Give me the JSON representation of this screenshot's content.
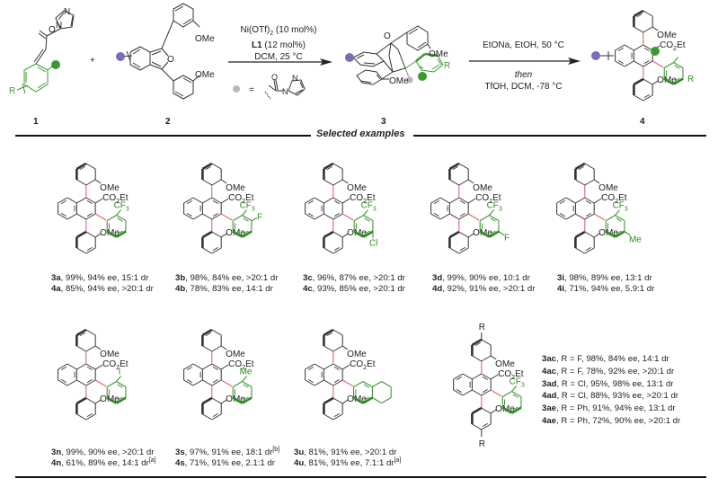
{
  "colors": {
    "bond": "#333333",
    "green": "#2e8b22",
    "red_bond": "#e06666",
    "purple_ball": "#7b6bb8",
    "green_ball": "#3b9a2e",
    "gray_ball": "#b8b8b8",
    "rule": "#111111"
  },
  "scheme": {
    "compounds": [
      {
        "id": "1",
        "label": "1"
      },
      {
        "id": "2",
        "label": "2"
      },
      {
        "id": "3",
        "label": "3"
      },
      {
        "id": "4",
        "label": "4"
      }
    ],
    "plus": "+",
    "substituents": {
      "R": "R",
      "OMe": "OMe",
      "CO2Et_main": "CO",
      "CO2Et_sub": "2",
      "CO2Et_end": "Et",
      "O": "O",
      "N": "N"
    },
    "step1": {
      "line1_main": "Ni(OTf)",
      "line1_sub": "2",
      "line1_tail": " (10 mol%)",
      "line2_bold": "L1",
      "line2_tail": " (12 mol%)",
      "line3": "DCM, 25 °C"
    },
    "legend": {
      "equals": "=",
      "icon": "gray-ball-acylpyrazole"
    },
    "step2": {
      "line1": "EtONa, EtOH, 50 °C",
      "line2_italic": "then",
      "line3": "TfOH, DCM, -78 °C"
    }
  },
  "section_title": "Selected examples",
  "examples": [
    {
      "key": "a",
      "subst": "CF3",
      "subst_pos": "ortho",
      "extra": "",
      "lines": [
        {
          "cpd": "3a",
          "text": ", 99%, 94% ee, 15:1 dr",
          "note": ""
        },
        {
          "cpd": "4a",
          "text": ", 85%, 94% ee, >20:1 dr",
          "note": ""
        }
      ]
    },
    {
      "key": "b",
      "subst": "CF3",
      "subst_pos": "ortho",
      "extra": "F (meta)",
      "lines": [
        {
          "cpd": "3b",
          "text": ", 98%, 84% ee, >20:1 dr",
          "note": ""
        },
        {
          "cpd": "4b",
          "text": ", 78%, 83% ee, 14:1 dr",
          "note": ""
        }
      ]
    },
    {
      "key": "c",
      "subst": "CF3",
      "subst_pos": "ortho",
      "extra": "Cl (para to ring join)",
      "lines": [
        {
          "cpd": "3c",
          "text": ", 96%, 87% ee, >20:1 dr",
          "note": ""
        },
        {
          "cpd": "4c",
          "text": ", 93%, 85% ee, >20:1 dr",
          "note": ""
        }
      ]
    },
    {
      "key": "d",
      "subst": "CF3",
      "subst_pos": "ortho",
      "extra": "F (para)",
      "lines": [
        {
          "cpd": "3d",
          "text": ", 99%, 90% ee, 10:1 dr",
          "note": ""
        },
        {
          "cpd": "4d",
          "text": ", 92%, 91% ee, >20:1 dr",
          "note": ""
        }
      ]
    },
    {
      "key": "i",
      "subst": "CF3",
      "subst_pos": "ortho",
      "extra": "Me (para)",
      "lines": [
        {
          "cpd": "3i",
          "text": ", 98%, 89% ee, 13:1 dr",
          "note": ""
        },
        {
          "cpd": "4i",
          "text": ", 71%, 94% ee, 5.9:1 dr",
          "note": ""
        }
      ]
    },
    {
      "key": "n",
      "subst": "I",
      "subst_pos": "ortho",
      "extra": "",
      "lines": [
        {
          "cpd": "3n",
          "text": ", 99%, 90% ee, >20:1 dr",
          "note": ""
        },
        {
          "cpd": "4n",
          "text": ", 61%, 89% ee, 14:1 dr",
          "note": "[a]"
        }
      ]
    },
    {
      "key": "s",
      "subst": "Me",
      "subst_pos": "ortho",
      "extra": "",
      "lines": [
        {
          "cpd": "3s",
          "text": ", 97%, 91% ee, 18:1 dr",
          "note": "[b]"
        },
        {
          "cpd": "4s",
          "text": ", 71%, 91% ee, 2.1:1 dr",
          "note": ""
        }
      ]
    },
    {
      "key": "u",
      "subst": "naphthyl",
      "subst_pos": "",
      "extra": "",
      "lines": [
        {
          "cpd": "3u",
          "text": ", 81%, 91% ee, >20:1 dr",
          "note": ""
        },
        {
          "cpd": "4u",
          "text": ", 81%, 91% ee, 7.1:1 dr",
          "note": "[a]"
        }
      ]
    }
  ],
  "r_series": {
    "subst": "CF3",
    "entries": [
      {
        "cpd": "3ac",
        "text": ", R = F, 98%, 84% ee, 14:1 dr"
      },
      {
        "cpd": "4ac",
        "text": ", R = F, 78%, 92% ee, >20:1 dr"
      },
      {
        "cpd": "3ad",
        "text": ", R = Cl, 95%, 98% ee, 13:1 dr"
      },
      {
        "cpd": "4ad",
        "text": ", R = Cl, 88%, 93% ee, >20:1 dr"
      },
      {
        "cpd": "3ae",
        "text": ", R = Ph, 91%, 94% ee, 13:1 dr"
      },
      {
        "cpd": "4ae",
        "text": ", R = Ph, 72%, 90% ee, >20:1 dr"
      }
    ]
  }
}
